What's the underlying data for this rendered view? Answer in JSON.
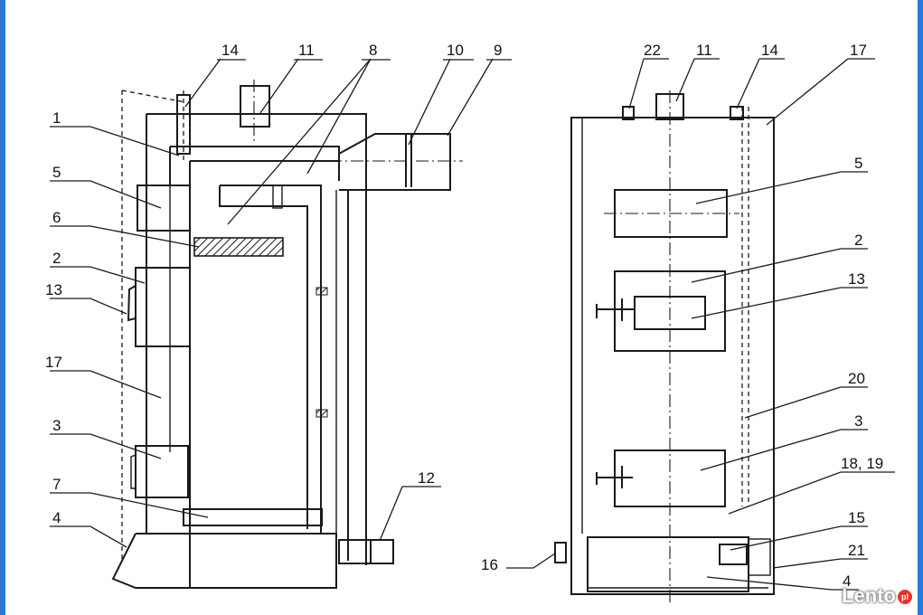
{
  "labels_left": [
    "14",
    "11",
    "8",
    "10",
    "9",
    "1",
    "5",
    "6",
    "2",
    "13",
    "17",
    "3",
    "7",
    "4",
    "12"
  ],
  "labels_right": [
    "22",
    "11",
    "14",
    "17",
    "5",
    "2",
    "13",
    "20",
    "3",
    "18, 19",
    "15",
    "16",
    "21",
    "4"
  ],
  "watermark": {
    "text": "Lento",
    "suffix": "pl"
  },
  "colors": {
    "line": "#1a1a1a",
    "edge": "#2a7bd4",
    "hatch": "#1a1a1a"
  }
}
